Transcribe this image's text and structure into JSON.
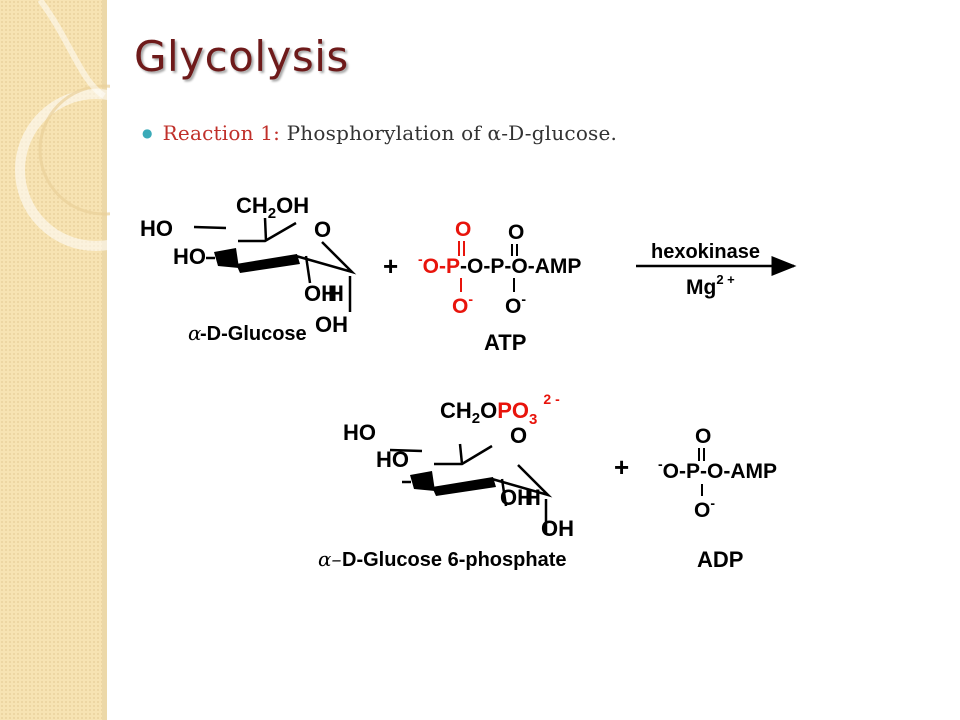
{
  "slide": {
    "title": "Glycolysis",
    "bullet": {
      "label": "Reaction 1",
      "separator": ":",
      "text": " Phosphorylation of α-D-glucose."
    }
  },
  "colors": {
    "title": "#6e1a1a",
    "accent": "#c0302a",
    "red": "#e8140c",
    "sidebar": "#f7e3b3",
    "bullet": "#3aaab8"
  },
  "glucose": {
    "ch2oh": "CH",
    "ch2oh_sub": "2",
    "ch2oh_tail": "OH",
    "ring_o": "O",
    "ho_top": "HO",
    "ho_mid": "HO",
    "oh_low": "OH",
    "h_low": "H",
    "oh_anom": "OH",
    "alpha": "α",
    "name": "-D-Glucose"
  },
  "plus1": "+",
  "atp": {
    "o_top1": "O",
    "o_top2": "O",
    "neg1": "-",
    "o1": "O",
    "dash1": "-",
    "p1": "P",
    "dash2": "-",
    "o2": "O",
    "dash3": "-",
    "p2": "P",
    "dash4": "-",
    "o3": "O",
    "amp": "-AMP",
    "o_bot1": "O",
    "o_bot1_neg": "-",
    "o_bot2": "O",
    "o_bot2_neg": "-",
    "name": "ATP"
  },
  "arrow": {
    "enzyme": "hexokinase",
    "cofactor": "Mg",
    "cofactor_sup": "2 +"
  },
  "g6p": {
    "ch2": "CH",
    "ch2_sub": "2",
    "o": "O",
    "po": "PO",
    "po_sub": "3",
    "charge": "2 -",
    "ring_o": "O",
    "ho_top": "HO",
    "ho_mid": "HO",
    "oh_low": "OH",
    "h_low": "H",
    "oh_anom": "OH",
    "alpha": "α–",
    "name": "D-Glucose 6-phosphate"
  },
  "plus2": "+",
  "adp": {
    "o_top": "O",
    "neg": "-",
    "chain": "O-P-O-AMP",
    "o_bot": "O",
    "o_bot_neg": "-",
    "name": "ADP"
  }
}
